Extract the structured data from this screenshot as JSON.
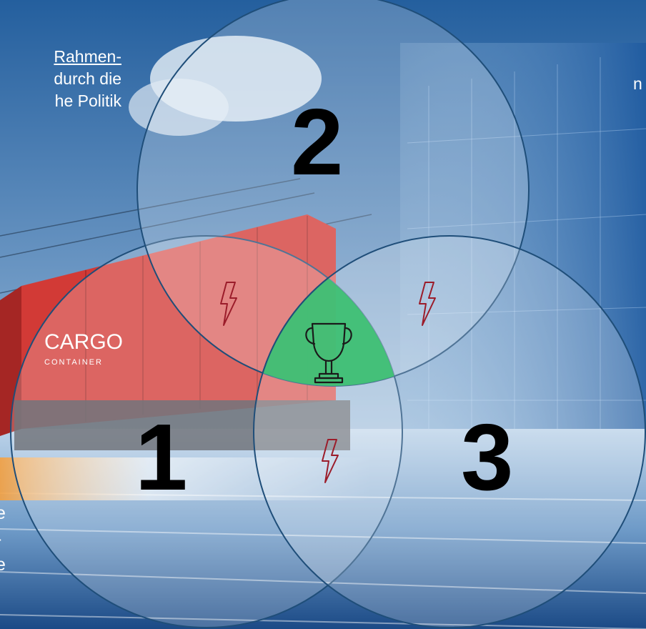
{
  "left_text": {
    "line1": "Rahmen-",
    "line2": "durch die",
    "line3": "he Politik"
  },
  "right_fragment": "n",
  "left_fragment": {
    "line1": "e",
    "line2": "-",
    "line3": "e"
  },
  "diagram": {
    "labels": {
      "circle1": "1",
      "circle2": "2",
      "circle3": "3"
    },
    "colors": {
      "circle_fill": "#ffffff",
      "circle_stroke": "#1f4e79",
      "center_fill": "#3dbf73",
      "conflict_icon": "#9b1c2a",
      "trophy": "#1a1a1a"
    },
    "icons": {
      "overlap_1_2": "lightning-icon",
      "overlap_2_3": "lightning-icon",
      "overlap_1_3": "lightning-icon",
      "center": "trophy-icon"
    }
  },
  "background": {
    "sky_top": "#2a6aa8",
    "sky_bottom": "#cfe3f3",
    "container_color": "#d23a36",
    "container_text_1": "CARGO",
    "container_text_2": "CONTAINER"
  }
}
